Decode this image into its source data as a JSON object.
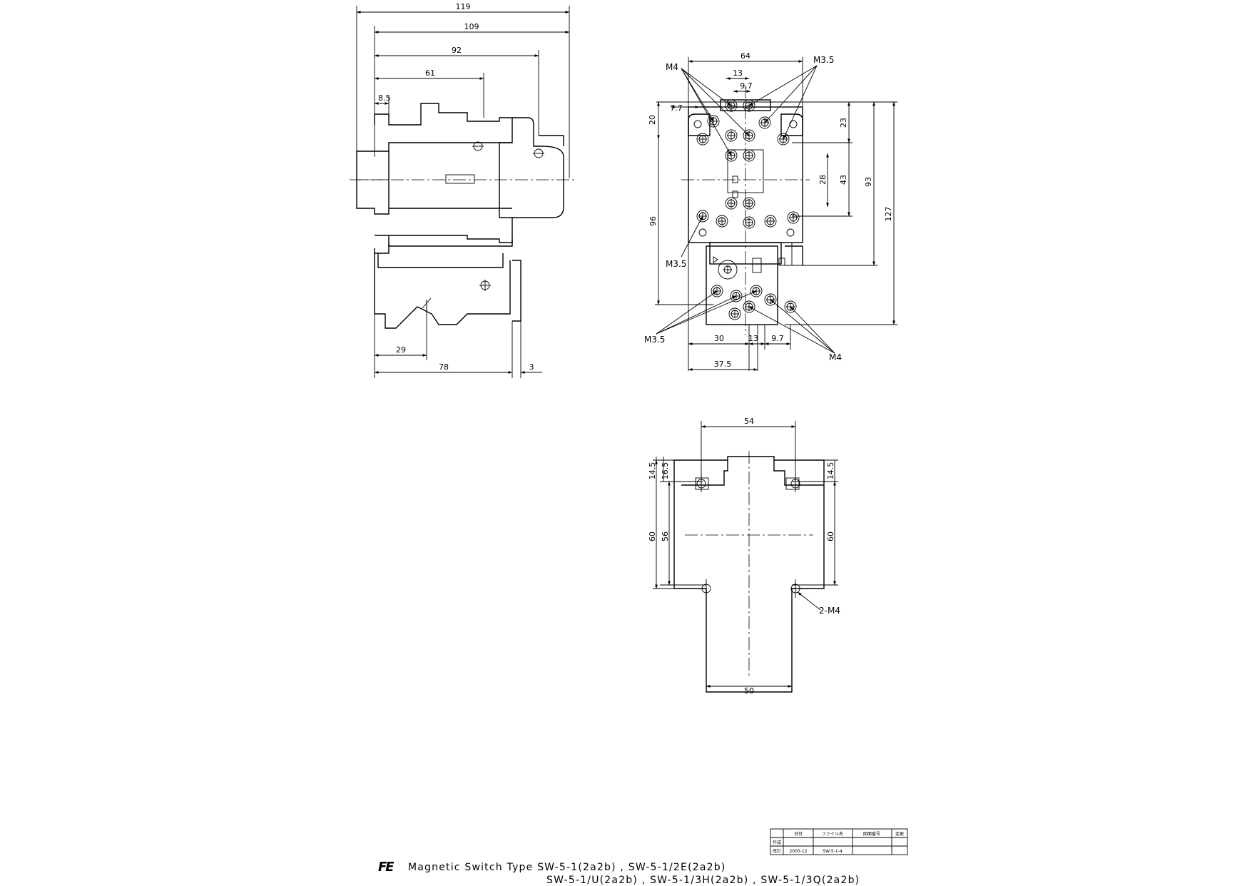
{
  "side_view": {
    "dimensions": {
      "d119": "119",
      "d109": "109",
      "d92": "92",
      "d61": "61",
      "d8_5": "8.5",
      "d29": "29",
      "d78": "78",
      "d3": "3"
    }
  },
  "front_view": {
    "dimensions": {
      "d64": "64",
      "d13_top": "13",
      "d9_7_top": "9.7",
      "d7_7": "7.7",
      "d20": "20",
      "d23": "23",
      "d28": "28",
      "d43": "43",
      "d93": "93",
      "d127": "127",
      "d96": "96",
      "d30": "30",
      "d13_bottom": "13",
      "d9_7_bottom": "9.7",
      "d37_5": "37.5"
    },
    "callouts": {
      "m4_top": "M4",
      "m3_5_top": "M3.5",
      "m3_5_left": "M3.5",
      "m3_5_bottom": "M3.5",
      "m4_bottom": "M4"
    }
  },
  "mounting_view": {
    "dimensions": {
      "d54": "54",
      "d14_5_left": "14.5",
      "d16_5": "16.5",
      "d60_left": "60",
      "d56": "56",
      "d14_5_right": "14.5",
      "d60_right": "60",
      "d50": "50"
    },
    "callouts": {
      "holes": "2-M4"
    }
  },
  "title_block": {
    "headers": [
      "日付",
      "ファイル名",
      "図面番号",
      "変更"
    ],
    "row1_label": "作成",
    "row2_label": "改訂",
    "date": "2005-12",
    "file_name": "SW-5-1-4"
  },
  "footer": {
    "logo": "FE",
    "line1": "Magnetic Switch Type  SW-5-1(2a2b) , SW-5-1/2E(2a2b)",
    "line2": "SW-5-1/U(2a2b) , SW-5-1/3H(2a2b) , SW-5-1/3Q(2a2b)"
  }
}
